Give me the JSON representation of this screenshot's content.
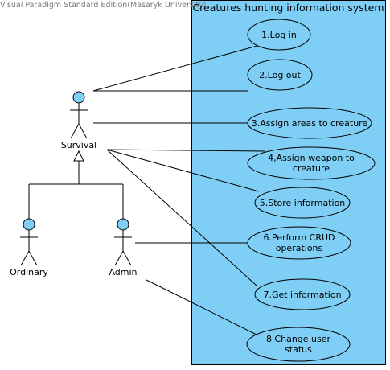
{
  "watermark": "Visual Paradigm Standard Edition(Masaryk University)",
  "system": {
    "title": "Creatures hunting information system"
  },
  "actors": {
    "survival": "Survival",
    "ordinary": "Ordinary",
    "admin": "Admin"
  },
  "use_cases": {
    "uc1": "1.Log in",
    "uc2": "2.Log out",
    "uc3": "3.Assign areas to creature",
    "uc4": "4,Assign weapon to\ncreature",
    "uc5": "5.Store information",
    "uc6": "6.Perform CRUD\noperations",
    "uc7": "7.Get information",
    "uc8": "8.Change user\nstatus"
  },
  "colors": {
    "system_fill": "#7FCEF5",
    "ellipse_fill": "#7FCEF5",
    "actor_head": "#7FCEF5",
    "line": "#000000"
  }
}
